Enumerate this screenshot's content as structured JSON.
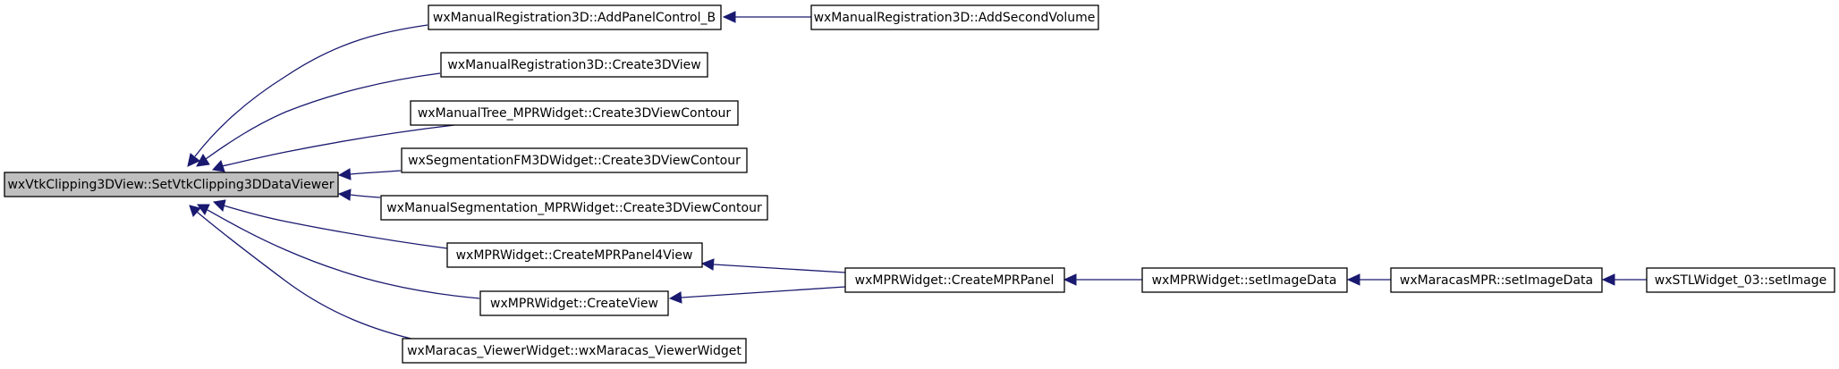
{
  "nodes": [
    {
      "id": "root",
      "label": "wxVtkClipping3DView::SetVtkClipping3DDataViewer",
      "root": true
    },
    {
      "id": "n1",
      "label": "wxManualRegistration3D::AddPanelControl_B"
    },
    {
      "id": "n1b",
      "label": "wxManualRegistration3D::AddSecondVolume"
    },
    {
      "id": "n2",
      "label": "wxManualRegistration3D::Create3DView"
    },
    {
      "id": "n3",
      "label": "wxManualTree_MPRWidget::Create3DViewContour"
    },
    {
      "id": "n4",
      "label": "wxSegmentationFM3DWidget::Create3DViewContour"
    },
    {
      "id": "n5",
      "label": "wxManualSegmentation_MPRWidget::Create3DViewContour"
    },
    {
      "id": "n6",
      "label": "wxMPRWidget::CreateMPRPanel4View"
    },
    {
      "id": "n7",
      "label": "wxMPRWidget::CreateView"
    },
    {
      "id": "n8",
      "label": "wxMaracas_ViewerWidget::wxMaracas_ViewerWidget"
    },
    {
      "id": "n9",
      "label": "wxMPRWidget::CreateMPRPanel"
    },
    {
      "id": "n10",
      "label": "wxMPRWidget::setImageData"
    },
    {
      "id": "n11",
      "label": "wxMaracasMPR::setImageData"
    },
    {
      "id": "n12",
      "label": "wxSTLWidget_03::setImage"
    }
  ],
  "edges": [
    {
      "from": "n1",
      "to": "root"
    },
    {
      "from": "n2",
      "to": "root"
    },
    {
      "from": "n3",
      "to": "root"
    },
    {
      "from": "n4",
      "to": "root"
    },
    {
      "from": "n5",
      "to": "root"
    },
    {
      "from": "n6",
      "to": "root"
    },
    {
      "from": "n7",
      "to": "root"
    },
    {
      "from": "n8",
      "to": "root"
    },
    {
      "from": "n1b",
      "to": "n1"
    },
    {
      "from": "n9",
      "to": "n6"
    },
    {
      "from": "n9",
      "to": "n7"
    },
    {
      "from": "n10",
      "to": "n9"
    },
    {
      "from": "n11",
      "to": "n10"
    },
    {
      "from": "n12",
      "to": "n11"
    }
  ],
  "colors": {
    "edge": "#191970",
    "root_fill": "#bfbfbf",
    "node_fill": "#ffffff",
    "border": "#000000"
  }
}
